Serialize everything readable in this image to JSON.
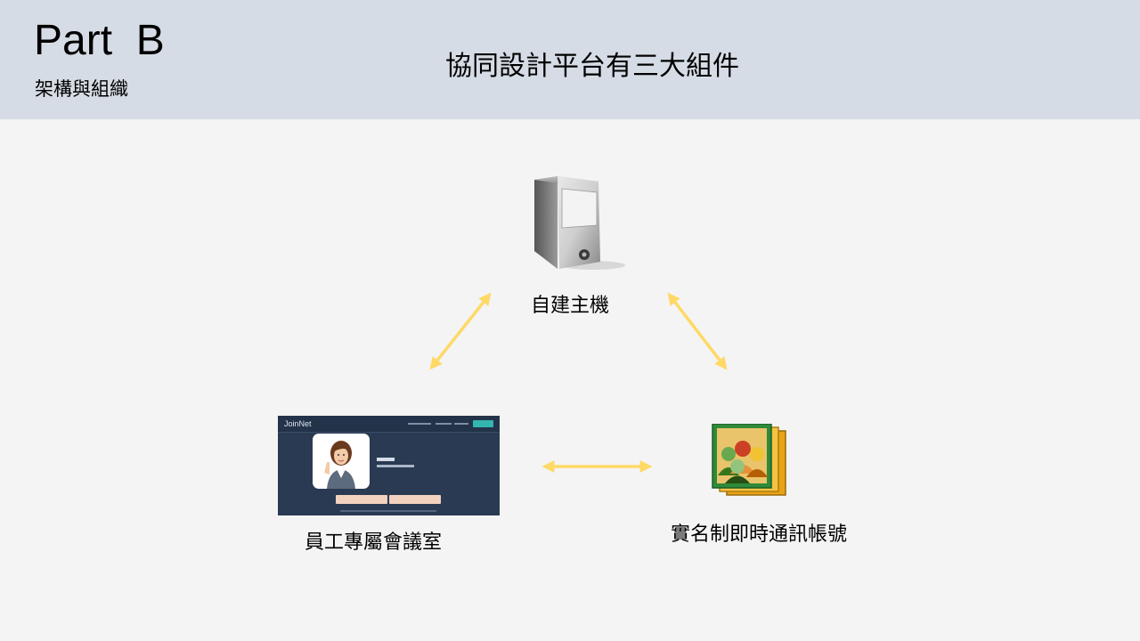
{
  "header": {
    "part_title": "Part  B",
    "part_subtitle": "架構與組織",
    "title": "協同設計平台有三大組件"
  },
  "nodes": {
    "server": {
      "label": "自建主機",
      "icon": "server-tower-icon"
    },
    "meeting_room": {
      "label": "員工專屬會議室",
      "screenshot": {
        "logo": "JoinNet"
      }
    },
    "im_account": {
      "label": "實名制即時通訊帳號",
      "icon": "messenger-users-icon"
    }
  },
  "colors": {
    "header_bg": "#d6dce5",
    "page_bg": "#f4f4f4",
    "arrow": "#ffd966"
  }
}
